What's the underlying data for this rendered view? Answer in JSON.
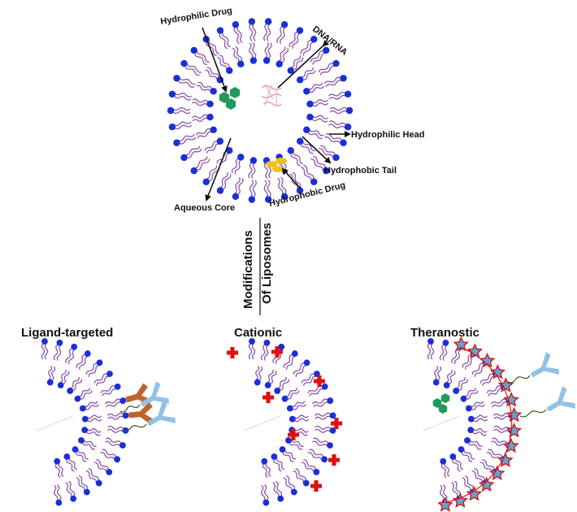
{
  "top_labels": {
    "hydrophilic_drug": "Hydrophilic Drug",
    "dna_rna": "DNA/RNA",
    "hydrophilic_head": "Hydrophilic Head",
    "hydrophobic_tail": "Hydrophobic Tail",
    "hydrophobic_drug": "Hydrophobic Drug",
    "aqueous_core": "Aqueous Core"
  },
  "divider": {
    "line1": "Modifications",
    "line2": "Of Liposomes"
  },
  "panels": [
    {
      "title": "Ligand-targeted"
    },
    {
      "title": "Cationic"
    },
    {
      "title": "Theranostic"
    }
  ],
  "colors": {
    "head": "#1a2fd6",
    "tail": "#8a55a8",
    "hydrophilic_drug": "#1f9a5c",
    "dna": "#e8a8a8",
    "hydrophobic_drug": "#f2c21b",
    "ligand": "#c0632a",
    "antibody": "#93c1e6",
    "cation": "#e01010",
    "star_fill": "#5aa7d6",
    "star_edge": "#d01818"
  }
}
